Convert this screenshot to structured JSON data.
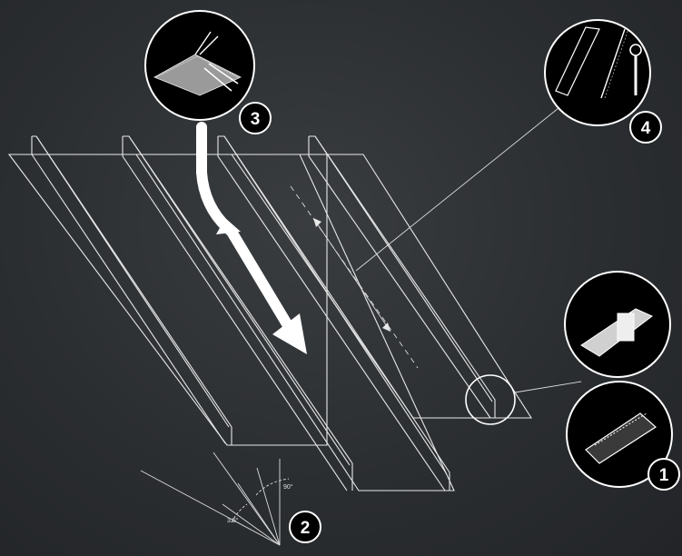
{
  "callouts": [
    {
      "number": "1",
      "topic": "seam clip fastening detail"
    },
    {
      "number": "2",
      "topic": "roof pitch angles"
    },
    {
      "number": "3",
      "topic": "water runoff along ridge"
    },
    {
      "number": "4",
      "topic": "seaming tools"
    }
  ],
  "angles": {
    "upper": "90°",
    "lower": "3.5°"
  },
  "colors": {
    "background": "#2b2e31",
    "line": "#e8e8e8",
    "badge": "#000000"
  }
}
